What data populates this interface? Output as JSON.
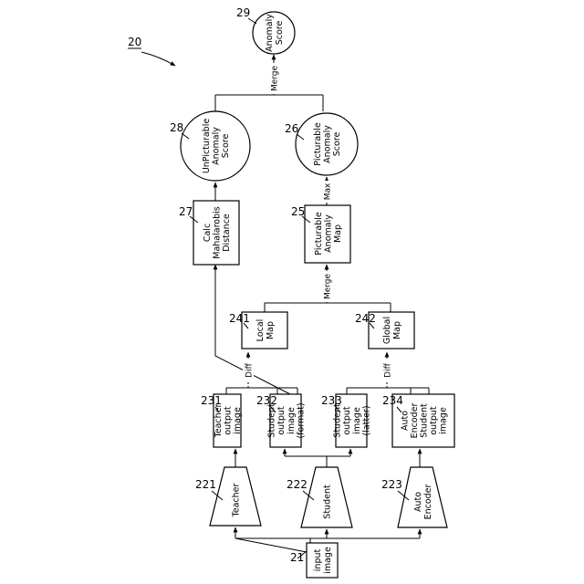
{
  "figure_number": "20",
  "nodes": {
    "input_image": {
      "ref": "21",
      "lines": [
        "input",
        "image"
      ]
    },
    "teacher": {
      "ref": "221",
      "lines": [
        "Teacher"
      ]
    },
    "student": {
      "ref": "222",
      "lines": [
        "Student"
      ]
    },
    "auto_encoder": {
      "ref": "223",
      "lines": [
        "Auto",
        "Encoder"
      ]
    },
    "teacher_output": {
      "ref": "231",
      "lines": [
        "Teacher",
        "output",
        "image"
      ]
    },
    "student_output_former": {
      "ref": "232",
      "lines": [
        "Student",
        "output",
        "image",
        "(format)"
      ]
    },
    "student_output_latter": {
      "ref": "233",
      "lines": [
        "Student",
        "output",
        "image",
        "(latter)"
      ]
    },
    "ae_student_output": {
      "ref": "234",
      "lines": [
        "Auto",
        "Encoder",
        "Student",
        "output",
        "image"
      ]
    },
    "local_map": {
      "ref": "241",
      "lines": [
        "Local",
        "Map"
      ]
    },
    "global_map": {
      "ref": "242",
      "lines": [
        "Global",
        "Map"
      ]
    },
    "picturable_map": {
      "ref": "25",
      "lines": [
        "Picturable",
        "Anomaly",
        "Map"
      ]
    },
    "picturable_score": {
      "ref": "26",
      "lines": [
        "Picturable",
        "Anomaly",
        "Score"
      ]
    },
    "calc_mahalanobis": {
      "ref": "27",
      "lines": [
        "Calc",
        "Mahalarobis",
        "Distance"
      ]
    },
    "unpicturable_score": {
      "ref": "28",
      "lines": [
        "UnPicturable",
        "Anomaly",
        "Score"
      ]
    },
    "anomaly_score": {
      "ref": "29",
      "lines": [
        "Anomaly",
        "Score"
      ]
    }
  },
  "connectors": {
    "diff_local": "Diff",
    "diff_global": "Diff",
    "merge_maps": "Merge",
    "max": "Max",
    "merge_scores": "Merge"
  }
}
